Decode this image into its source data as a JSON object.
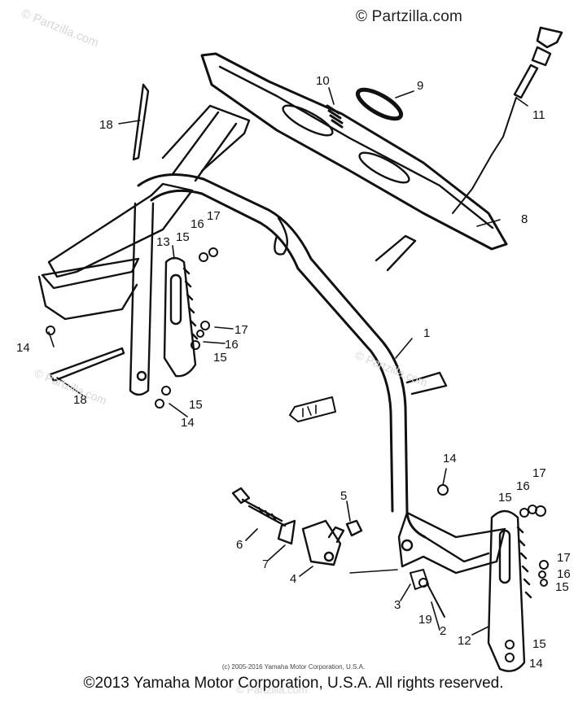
{
  "header": {
    "brand": "© Partzilla.com"
  },
  "watermarks": [
    "© Partzilla.com",
    "© Partzilla.com",
    "© Partzilla.com",
    "© Partzilla.com"
  ],
  "diagram": {
    "callouts": [
      "1",
      "2",
      "3",
      "4",
      "5",
      "6",
      "7",
      "8",
      "9",
      "10",
      "11",
      "12",
      "13",
      "14",
      "15",
      "16",
      "17",
      "18",
      "19"
    ]
  },
  "footer": {
    "source": "(c) 2005-2016 Yamaha Motor Corporation, U.S.A.",
    "copyright": "©2013 Yamaha Motor Corporation, U.S.A. All rights reserved."
  }
}
